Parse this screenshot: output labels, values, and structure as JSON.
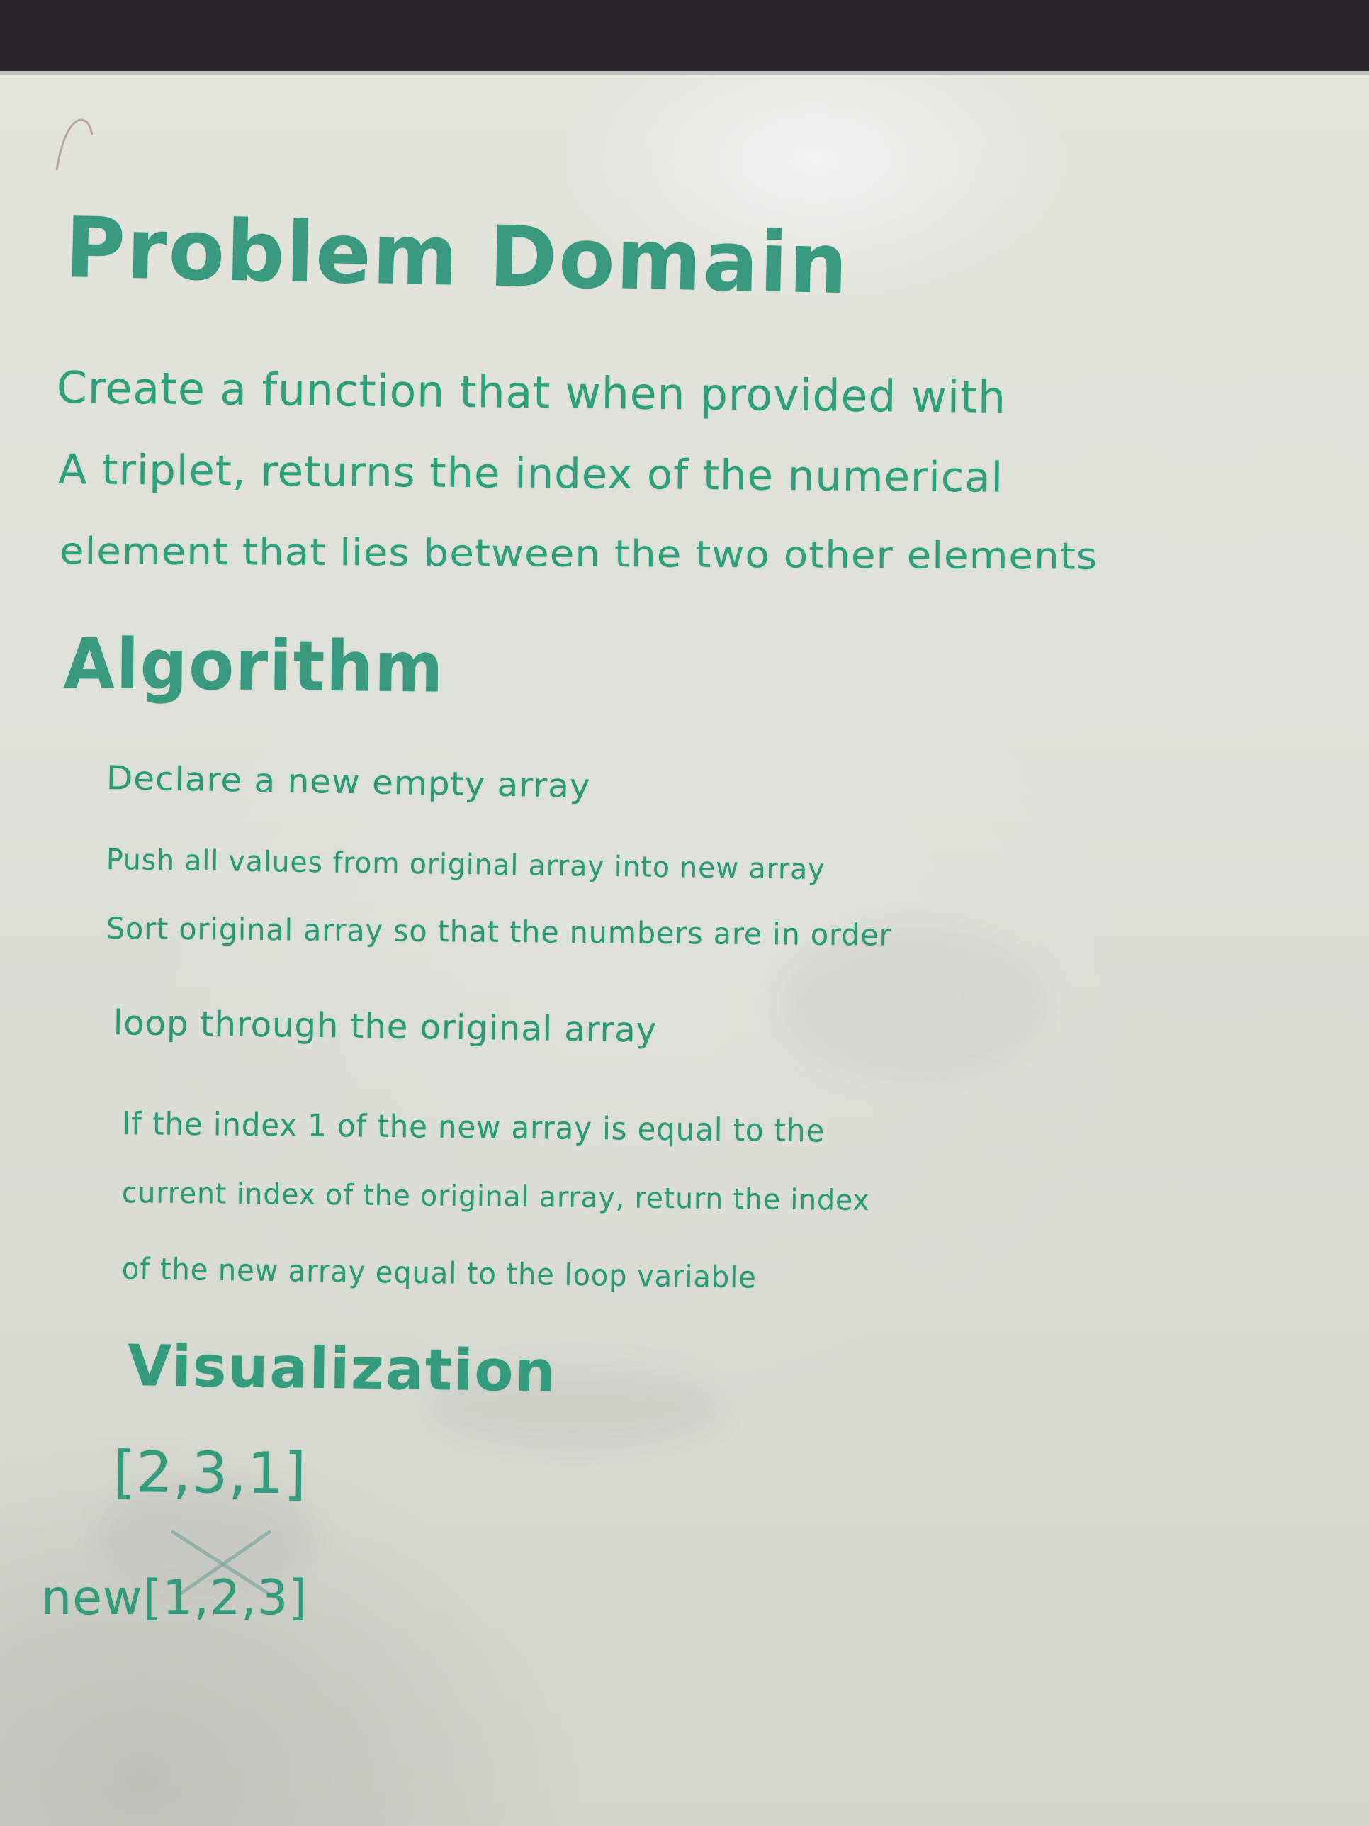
{
  "whiteboard": {
    "problem_heading": "Problem Domain",
    "problem_lines": [
      "Create a function that when provided with",
      "A triplet, returns the index of the numerical",
      "element that lies between the two other elements"
    ],
    "algorithm_heading": "Algorithm",
    "algorithm_lines": [
      "Declare a new empty array",
      "Push all values from original array into new array",
      "Sort original array so that the numbers are in order",
      "loop through the original array",
      "If the index 1 of the new array is equal to the",
      "current index of the original array, return the index",
      "of the new array equal to the loop variable"
    ],
    "visualization_heading": "Visualization",
    "visualization_lines": [
      "[2,3,1]",
      "new[1,2,3]"
    ]
  },
  "colors": {
    "marker": "#2e9a7a",
    "board": "#dfe2da",
    "frame": "#28222a"
  }
}
